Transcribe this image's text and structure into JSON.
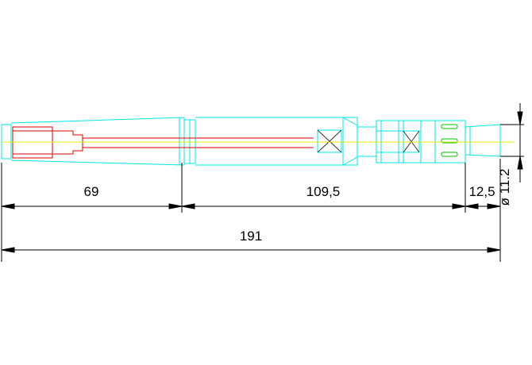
{
  "colors": {
    "outline": "#00e5e5",
    "thread": "#e00000",
    "centerline": "#e8e800",
    "marking": "#00c000",
    "dimension": "#000000",
    "background": "#ffffff"
  },
  "dimensions": {
    "seg1": "69",
    "seg2": "109,5",
    "seg3": "12,5",
    "total": "191",
    "diameter": "ø 11.2"
  }
}
